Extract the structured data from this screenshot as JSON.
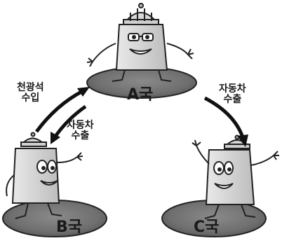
{
  "country_a": "A국",
  "country_b": "B국",
  "country_c": "C국",
  "flow_b_to_a": [
    "천광석",
    "수입"
  ],
  "flow_a_to_b": [
    "자동차",
    "수출"
  ],
  "flow_a_to_c": [
    "자동차",
    "수출"
  ]
}
